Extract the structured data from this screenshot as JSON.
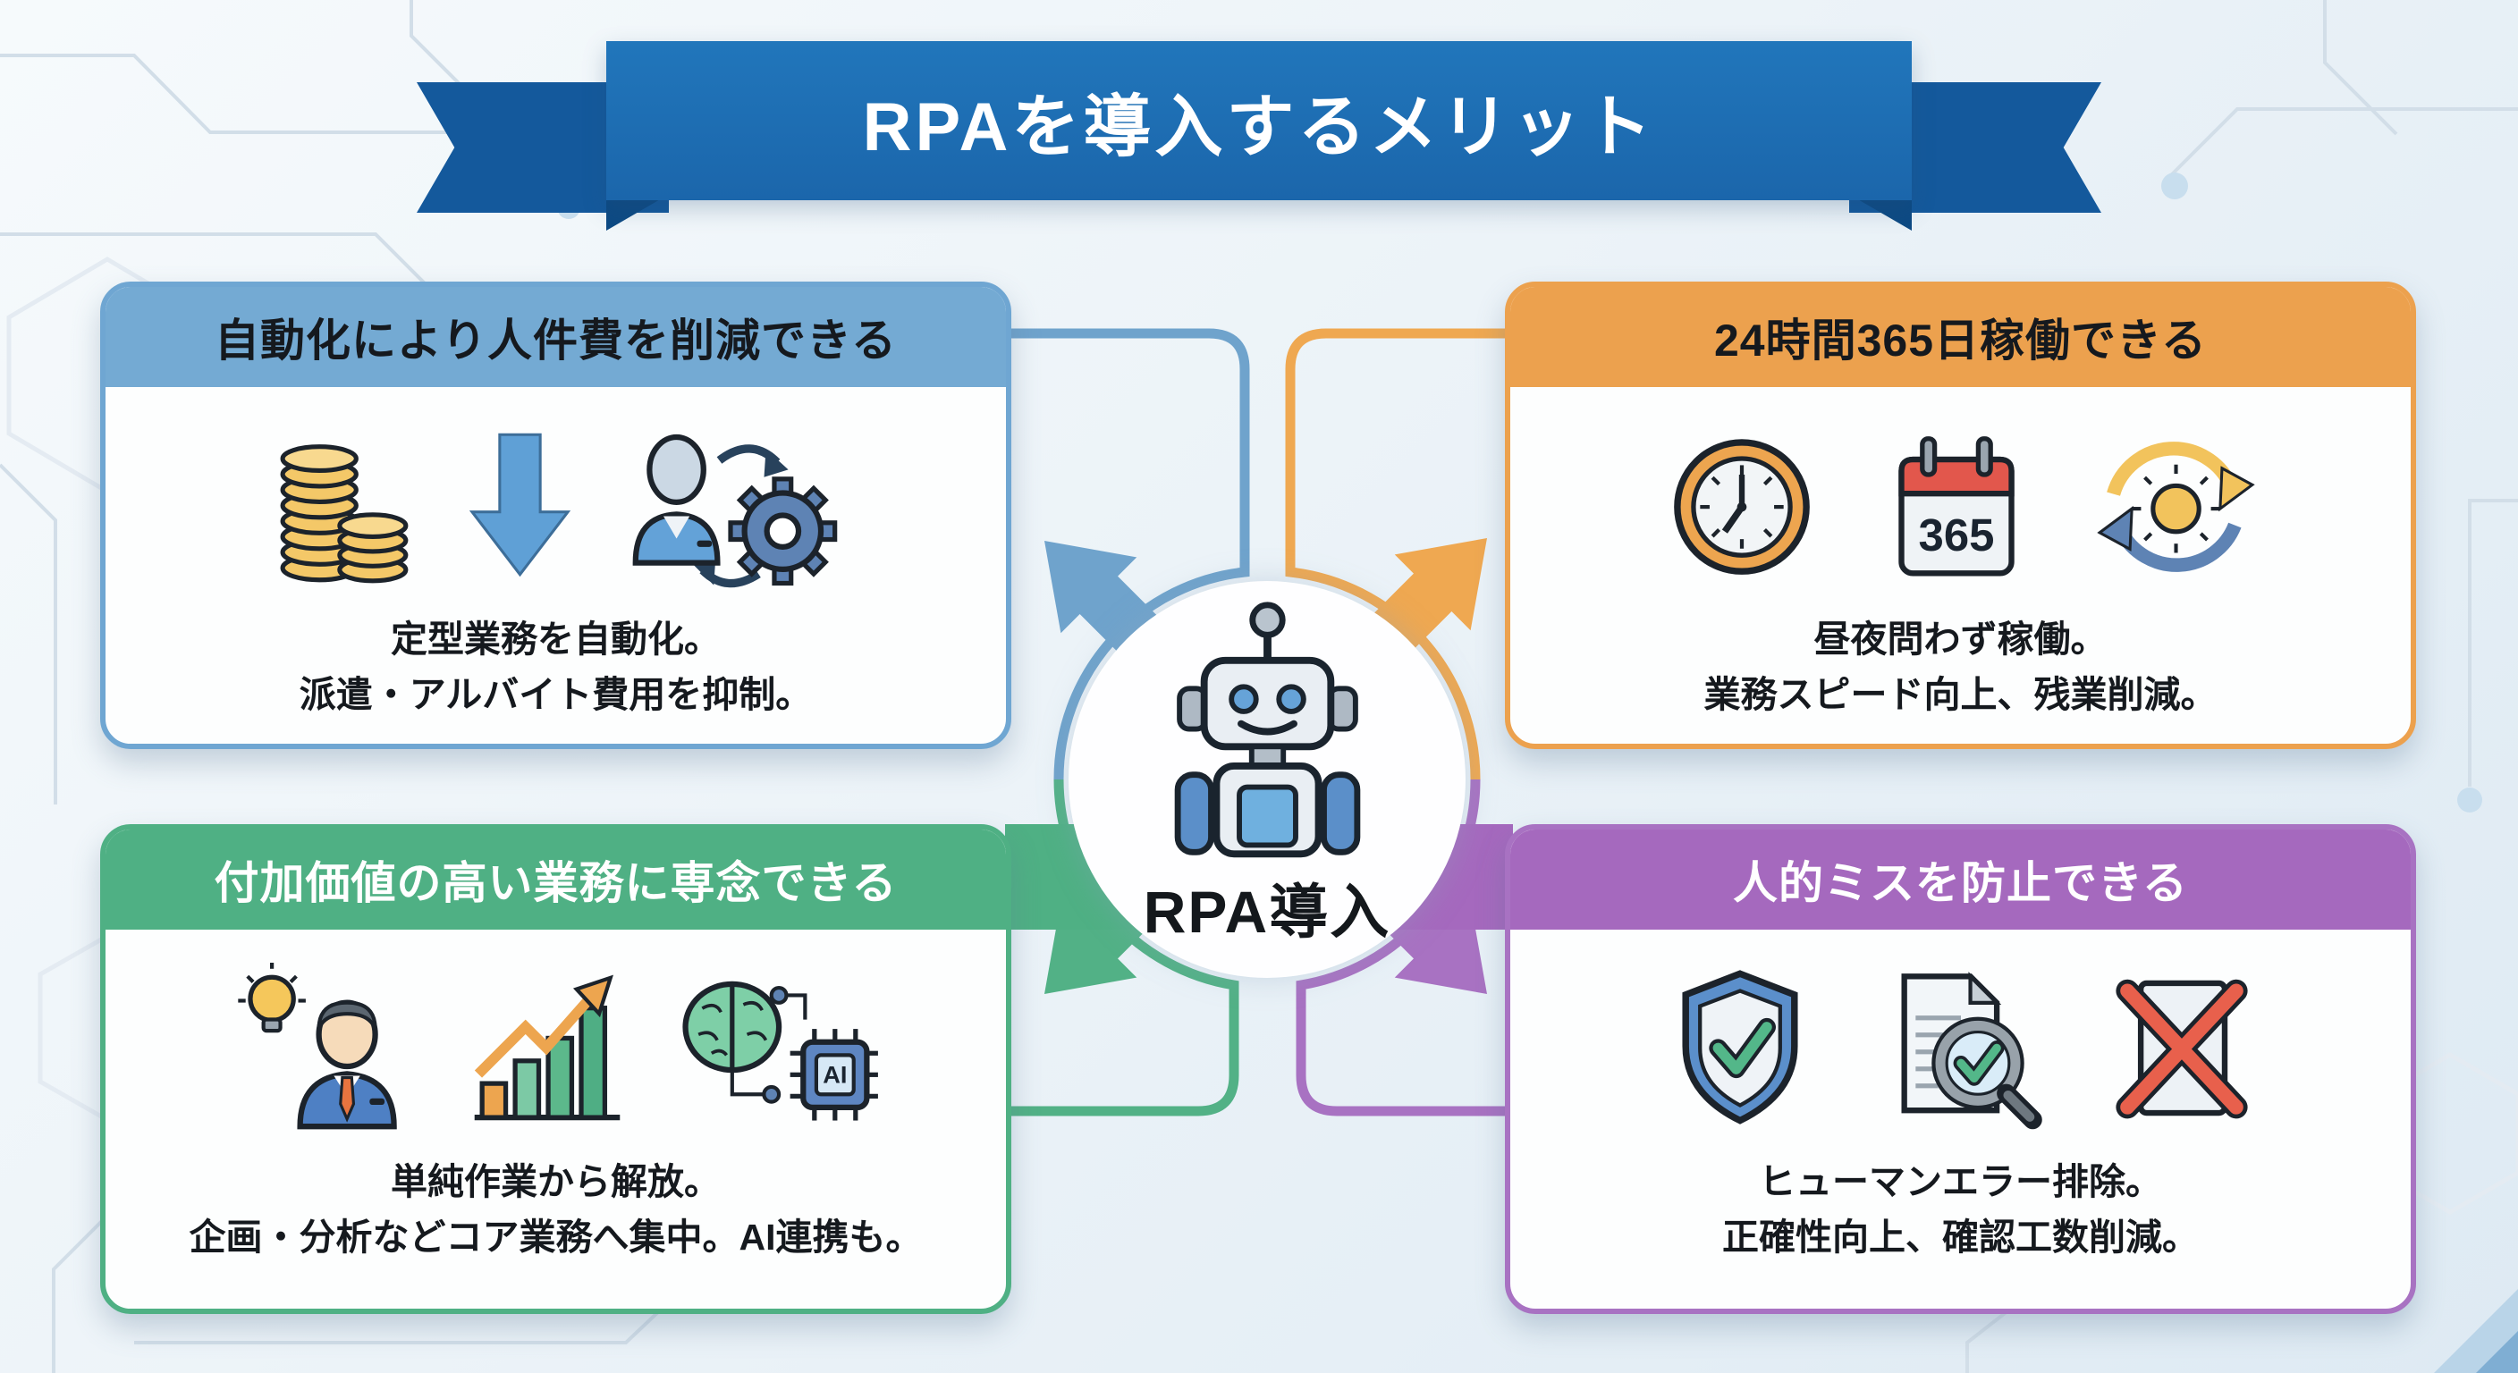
{
  "banner": {
    "title": "RPAを導入するメリット",
    "color": "#1B66AB",
    "tail_color": "#14599C"
  },
  "hub": {
    "label": "RPA導入",
    "icon": "robot-icon",
    "circle_color": "#FEFEFF"
  },
  "cards": [
    {
      "id": "cost-reduction",
      "title": "自動化により人件費を削減できる",
      "title_color": "#15191E",
      "accent": "#6FA6D2",
      "lines": [
        "定型業務を自動化。",
        "派遣・アルバイト費用を抑制。"
      ],
      "icons": [
        "coins-icon",
        "down-arrow-icon",
        "person-gear-cycle-icon"
      ]
    },
    {
      "id": "always-on",
      "title": "24時間365日稼働できる",
      "title_color": "#15191E",
      "accent": "#ECA14E",
      "lines": [
        "昼夜問わず稼働。",
        "業務スピード向上、残業削減。"
      ],
      "icons": [
        "clock-icon",
        "calendar-365-icon",
        "day-night-cycle-icon"
      ],
      "calendar_label": "365"
    },
    {
      "id": "high-value-focus",
      "title": "付加価値の高い業務に専念できる",
      "title_color": "#FFFFFF",
      "accent": "#4FB084",
      "lines": [
        "単純作業から解放。",
        "企画・分析などコア業務へ集中。AI連携も。"
      ],
      "icons": [
        "idea-person-icon",
        "growth-chart-icon",
        "brain-ai-icon"
      ],
      "chip_label": "AI"
    },
    {
      "id": "error-prevention",
      "title": "人的ミスを防止できる",
      "title_color": "#FFFFFF",
      "accent": "#A569BE",
      "lines": [
        "ヒューマンエラー排除。",
        "正確性向上、確認工数削減。"
      ],
      "icons": [
        "shield-check-icon",
        "document-check-icon",
        "no-error-icon"
      ]
    }
  ],
  "connectors": {
    "blue": "#6FA3CC",
    "orange": "#EFA851",
    "green": "#52B186",
    "purple": "#A872C2"
  },
  "background": {
    "base": "#ECF3F8",
    "circuit_line": "#D2DEE8",
    "circuit_dot": "#C8DEEE"
  }
}
